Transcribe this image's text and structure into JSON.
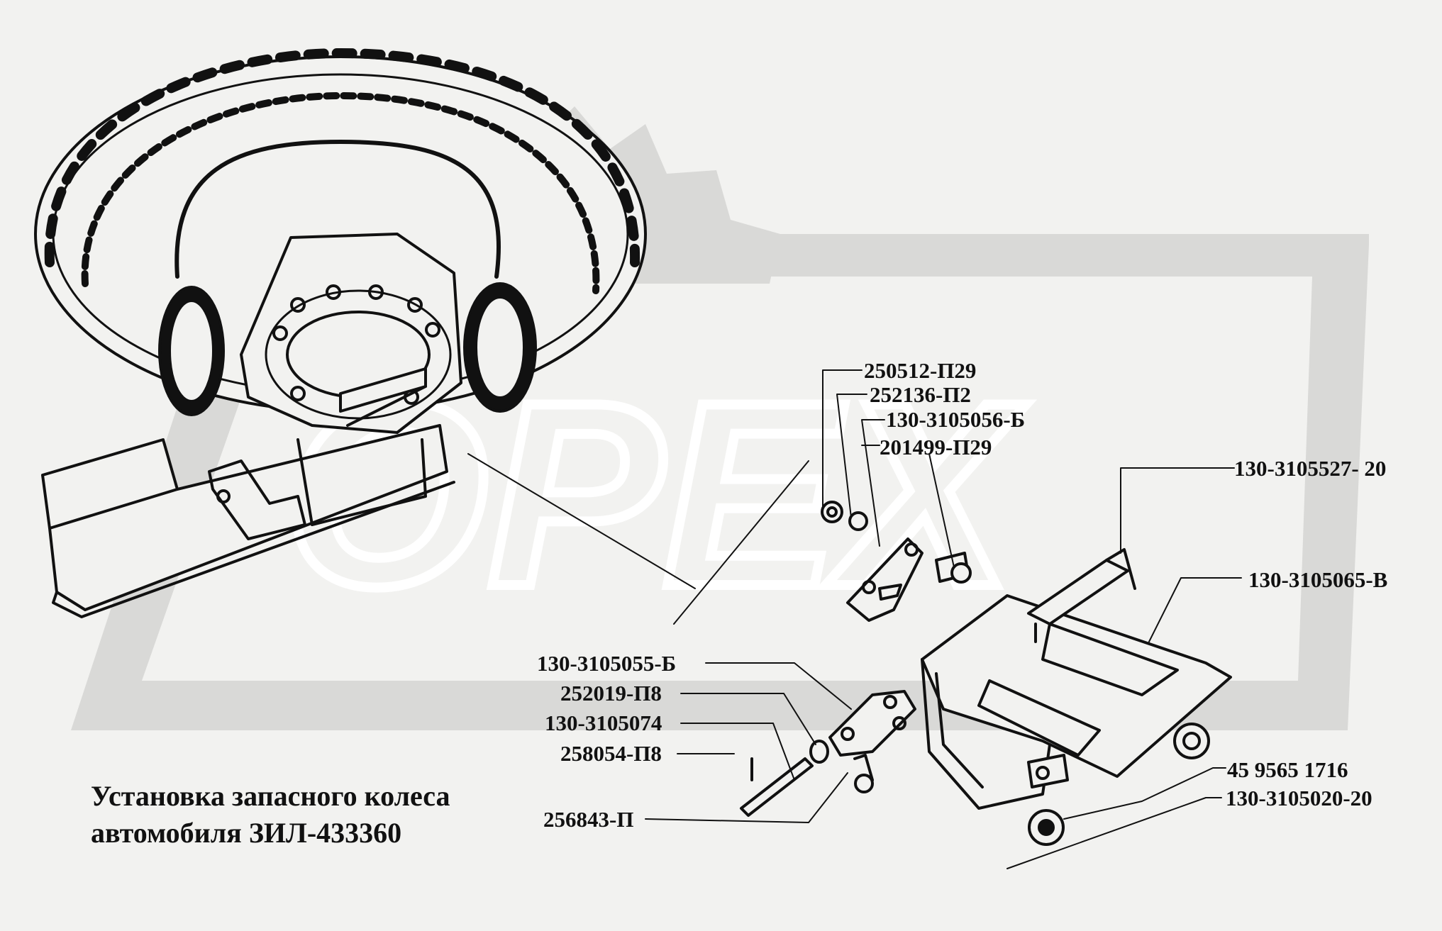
{
  "caption": {
    "line1": "Установка запасного колеса",
    "line2": "автомобиля ЗИЛ-433360"
  },
  "watermark": "OPEX",
  "colors": {
    "ink": "#111111",
    "background": "#f2f2f0",
    "watermark": "#d9d9d7"
  },
  "labels": {
    "p250512": "250512-П29",
    "p252136": "252136-П2",
    "p3105056": "130-3105056-Б",
    "p201499": "201499-П29",
    "p3105527": "130-3105527- 20",
    "p3105065": "130-3105065-В",
    "p3105055": "130-3105055-Б",
    "p252019": "252019-П8",
    "p3105074": "130-3105074",
    "p258054": "258054-П8",
    "p256843": "256843-П",
    "p4595651716": "45 9565 1716",
    "p3105020": "130-3105020-20"
  }
}
